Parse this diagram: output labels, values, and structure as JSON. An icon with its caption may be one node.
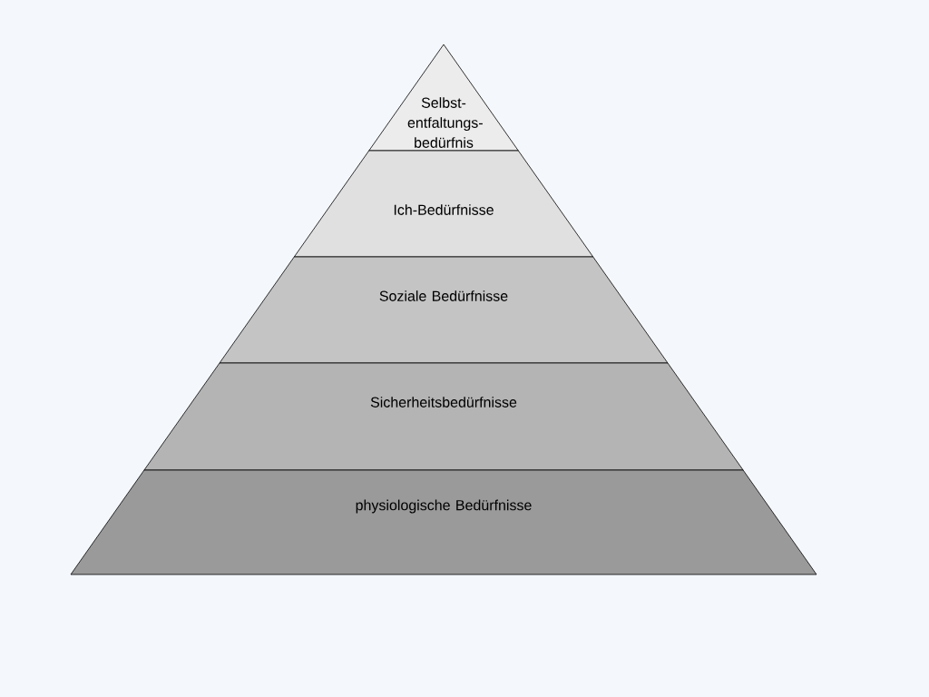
{
  "diagram": {
    "nodes": [
      {
        "text": [
          "Selbst- entfaltungs- bedürfnis"
        ]
      },
      {
        "text": [
          "Ich-Bedürfnisse"
        ]
      },
      {
        "text": [
          "Soziale Bedürfnisse"
        ]
      },
      {
        "text": [
          "Sicherheitsbedürfnisse"
        ]
      },
      {
        "text": [
          "physiologische Bedürfnisse"
        ]
      }
    ]
  }
}
